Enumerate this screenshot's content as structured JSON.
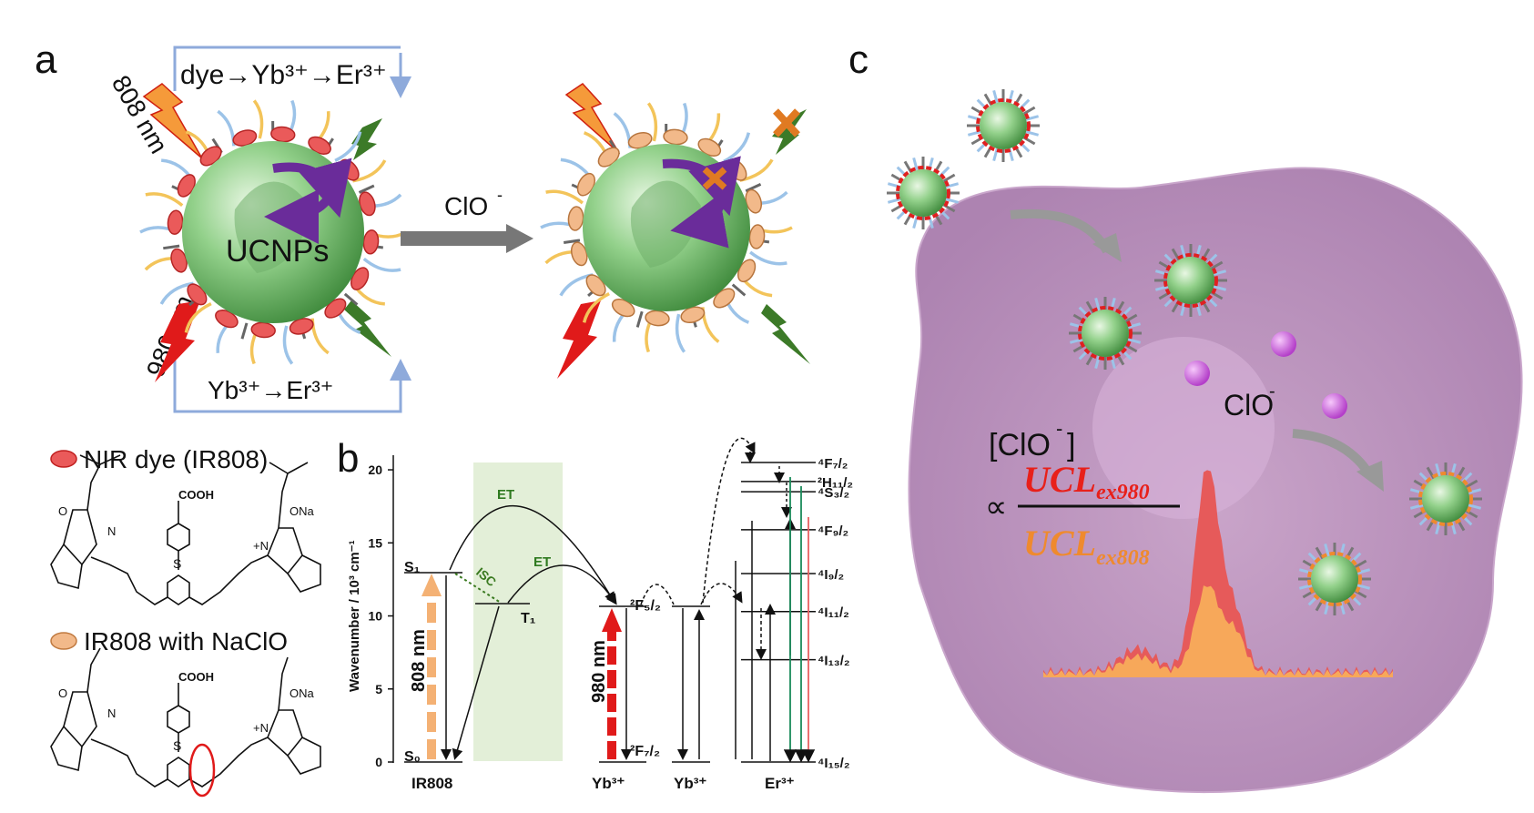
{
  "panels": {
    "a": "a",
    "b": "b",
    "c": "c"
  },
  "panel_a": {
    "path_top": "dye→Yb³⁺→Er³⁺",
    "path_bottom": "Yb³⁺→Er³⁺",
    "wavelength_808": "808 nm",
    "wavelength_980": "980 nm",
    "core_label": "UCNPs",
    "arrow_label": "ClO",
    "arrow_label_sup": "-",
    "colors": {
      "core": "#7fbf7f",
      "dye_native": "#ea5a5a",
      "dye_oxidized": "#f2b98a",
      "emission": "#3c7a28",
      "bolt_808": "#f59a3a",
      "bolt_980": "#e01a1a",
      "frame": "#8eaadb",
      "transfer": "#6a2c9a"
    }
  },
  "legend": {
    "dye_label": "NIR dye (IR808)",
    "oxidized_label": "IR808 with NaClO",
    "struct_cooh": "COOH",
    "struct_so3": "O",
    "struct_so3na": "ONa",
    "struct_s": "S",
    "struct_n": "N",
    "struct_nplus": "+N"
  },
  "panel_b": {
    "ylabel": "Wavenumber / 10³ cm⁻¹",
    "yticks": [
      "0",
      "5",
      "10",
      "15",
      "20"
    ],
    "ylim": [
      0,
      21
    ],
    "et_label_1": "ET",
    "et_label_2": "ET",
    "isc_label": "ISC",
    "excite_808": "808 nm",
    "excite_980": "980 nm",
    "levels": {
      "s1": "S₁",
      "s0": "S₀",
      "t1": "T₁",
      "f52": "²F₅/₂",
      "f72": "²F₇/₂"
    },
    "er_levels": [
      {
        "label": "⁴F₇/₂",
        "value": 20.5
      },
      {
        "label": "²H₁₁/₂",
        "value": 19.2
      },
      {
        "label": "⁴S₃/₂",
        "value": 18.5
      },
      {
        "label": "⁴F₉/₂",
        "value": 15.9
      },
      {
        "label": "⁴I₉/₂",
        "value": 12.9
      },
      {
        "label": "⁴I₁₁/₂",
        "value": 10.3
      },
      {
        "label": "⁴I₁₃/₂",
        "value": 7.0
      },
      {
        "label": "⁴I₁₅/₂",
        "value": 0
      }
    ],
    "species": {
      "ir808": "IR808",
      "yb1": "Yb³⁺",
      "yb2": "Yb³⁺",
      "er": "Er³⁺"
    }
  },
  "panel_c": {
    "ion_label": "ClO",
    "ion_sup": "-",
    "conc_label": "[ClO",
    "conc_sup": "-",
    "conc_close": "]",
    "proportional": "∝",
    "numerator": "UCL",
    "numerator_sub": "ex980",
    "denominator": "UCL",
    "denominator_sub": "ex808",
    "colors": {
      "cell": "#b58ab8",
      "numerator": "#e8201a",
      "denominator": "#ef8a2e",
      "spectrum_red": "#e65a5a",
      "spectrum_orange": "#f7a85a",
      "ion": "#d060e0"
    }
  }
}
